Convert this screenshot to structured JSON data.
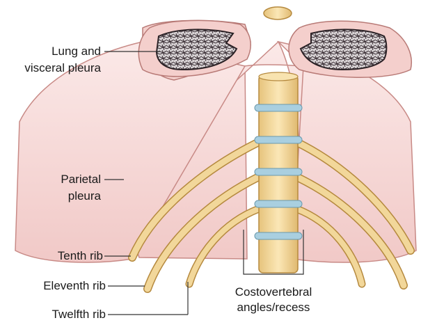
{
  "labels": {
    "lung_line1": "Lung and",
    "lung_line2": "visceral pleura",
    "parietal_line1": "Parietal",
    "parietal_line2": "pleura",
    "tenth_rib": "Tenth rib",
    "eleventh_rib": "Eleventh rib",
    "twelfth_rib": "Twelfth rib",
    "costo_line1": "Costovertebral",
    "costo_line2": "angles/recess"
  },
  "colors": {
    "pleura_fill": "#f6d9d8",
    "pleura_edge": "#d88f8a",
    "bone": "#f2d79a",
    "bone_edge": "#b5893e",
    "disc": "#a9cfe0",
    "lung_texture": "#5a4a52",
    "leader_line": "#333333"
  }
}
